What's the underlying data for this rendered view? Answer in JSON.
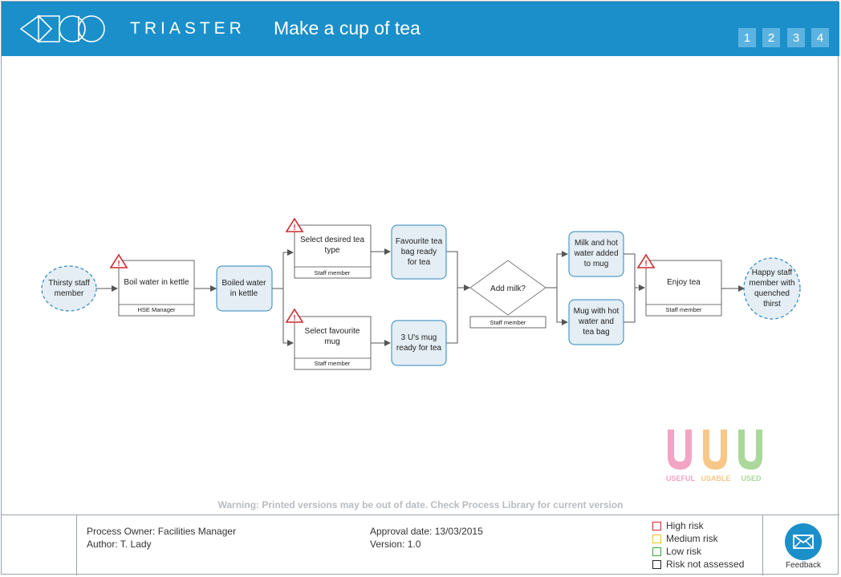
{
  "header": {
    "brand": "TRIASTER",
    "title": "Make a cup of tea",
    "pages": [
      "1",
      "2",
      "3",
      "4"
    ]
  },
  "diagram": {
    "nodes": {
      "thirsty": [
        "Thirsty staff",
        "member"
      ],
      "boil": [
        "Boil water in kettle"
      ],
      "boil_role": "HSE Manager",
      "boiled": [
        "Boiled water",
        "in kettle"
      ],
      "select_tea": [
        "Select desired tea",
        "type"
      ],
      "select_tea_role": "Staff member",
      "select_mug": [
        "Select favourite",
        "mug"
      ],
      "select_mug_role": "Staff member",
      "fav_bag": [
        "Favourite tea",
        "bag ready",
        "for tea"
      ],
      "mug_ready": [
        "3 U's mug",
        "ready for tea"
      ],
      "add_milk": "Add milk?",
      "add_milk_role": "Staff member",
      "milk_water": [
        "Milk and hot",
        "water added",
        "to mug"
      ],
      "mug_water": [
        "Mug with hot",
        "water and",
        "tea bag"
      ],
      "enjoy": "Enjoy tea",
      "enjoy_role": "Staff member",
      "happy": [
        "Happy staff",
        "member with",
        "quenched",
        "thirst"
      ]
    },
    "badge": [
      "USEFUL",
      "USABLE",
      "USED"
    ]
  },
  "warning": "Warning: Printed versions may be out of date. Check Process Library for current version",
  "footer": {
    "process_owner": "Process Owner: Facilities Manager",
    "author": "Author: T. Lady",
    "approval_date": "Approval date: 13/03/2015",
    "version": "Version: 1.0",
    "legend": [
      {
        "label": "High risk",
        "color": "#d0282e"
      },
      {
        "label": "Medium risk",
        "color": "#f0c020"
      },
      {
        "label": "Low risk",
        "color": "#3aa83a"
      },
      {
        "label": "Risk not assessed",
        "color": "#222222"
      }
    ],
    "feedback": "Feedback"
  },
  "colors": {
    "header_blue": "#1b8fc9",
    "node_fill": "#e4eef4",
    "node_stroke": "#2c86bd",
    "risk_red": "#d0282e",
    "badge_pink": "#f2a4c4",
    "badge_orange": "#f7c78a",
    "badge_green": "#a9d89a"
  }
}
